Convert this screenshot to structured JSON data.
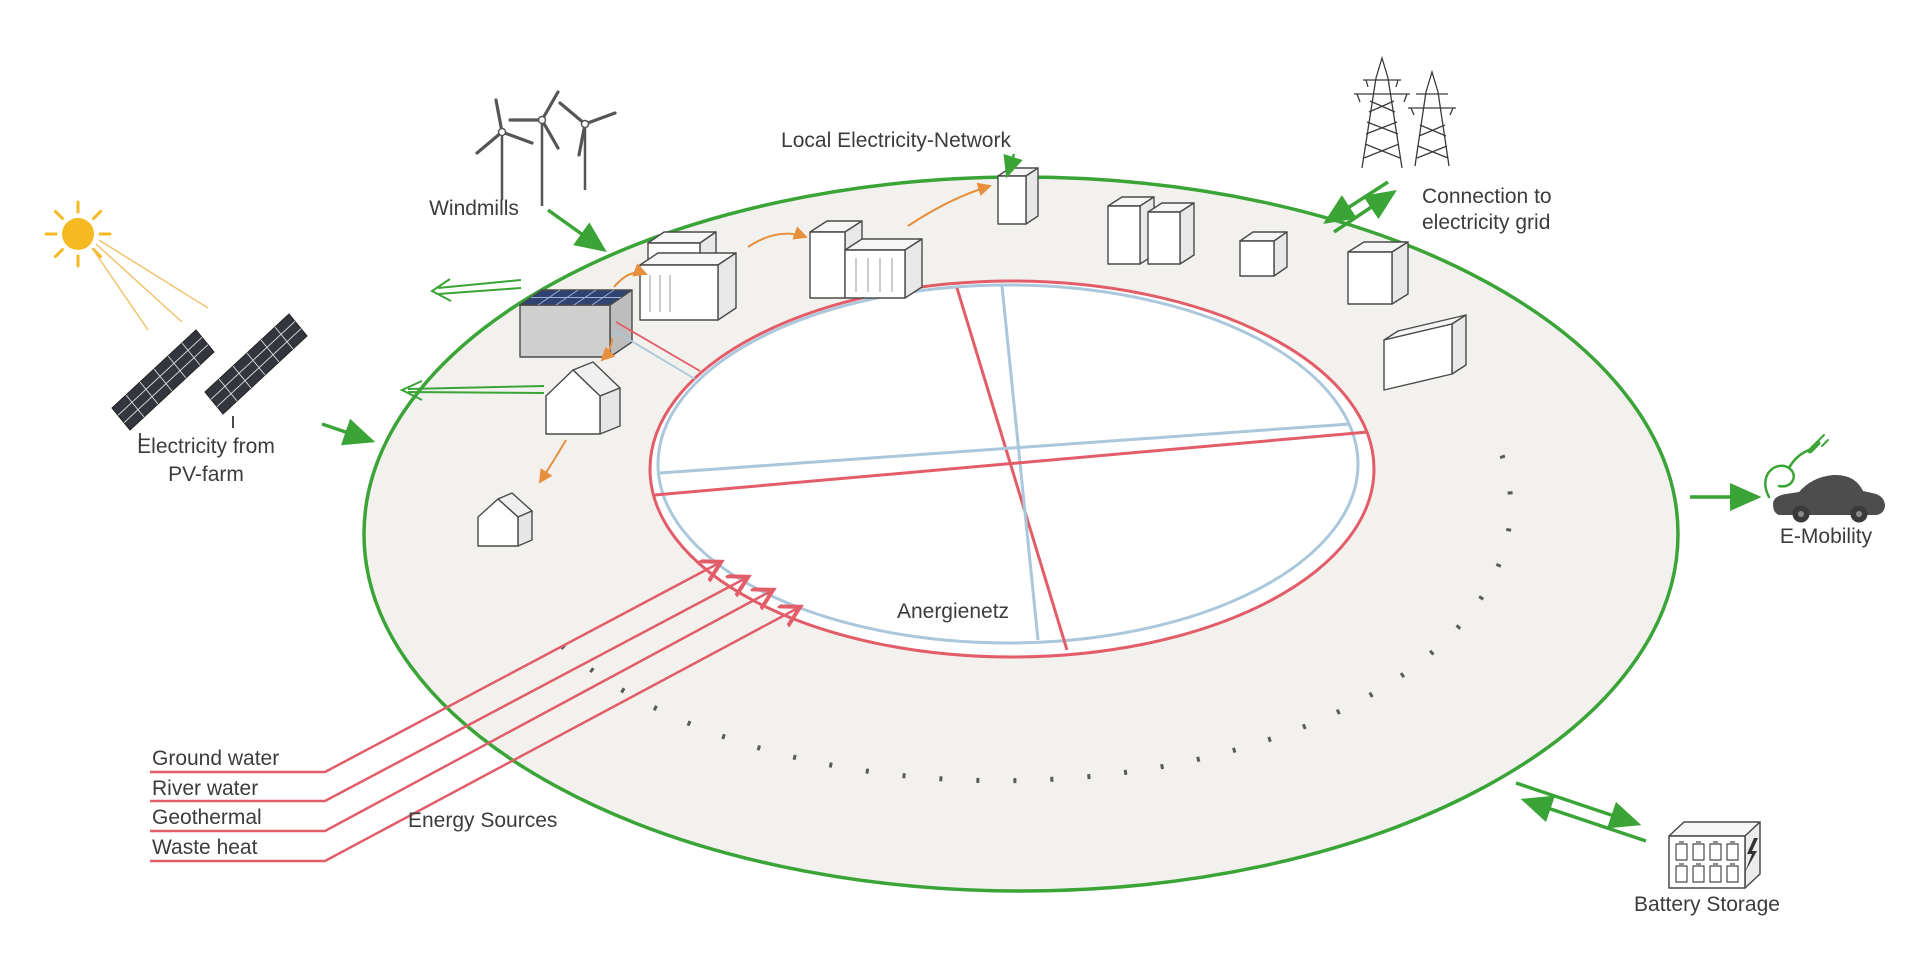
{
  "diagram": {
    "title": "Anergienetz local energy network diagram",
    "labels": {
      "windmills": "Windmills",
      "local_network": "Local Electricity-Network",
      "grid_line1": "Connection to",
      "grid_line2": "electricity grid",
      "pv_line1": "Electricity from",
      "pv_line2": "PV-farm",
      "emobility": "E-Mobility",
      "battery": "Battery Storage",
      "anergienetz": "Anergienetz",
      "energy_sources": "Energy Sources",
      "sources": [
        "Ground water",
        "River water",
        "Geothermal",
        "Waste heat"
      ]
    },
    "colors": {
      "green": "#3aa437",
      "red": "#e25d68",
      "blue": "#aac7dc",
      "orange": "#e78f3c",
      "yellow": "#f6b921",
      "ring_fill": "#f2f1ee",
      "ink": "#3c3c3c"
    }
  }
}
